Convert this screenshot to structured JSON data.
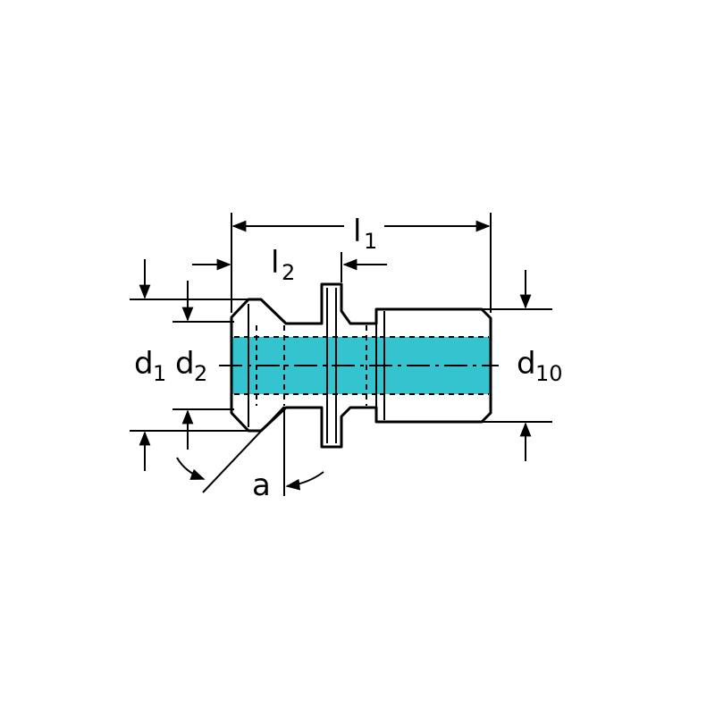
{
  "diagram": {
    "colors": {
      "bore": "#33c4cf",
      "lines": "#000000",
      "background": "#ffffff"
    },
    "labels": {
      "l1": {
        "main": "l",
        "sub": "1"
      },
      "l2": {
        "main": "l",
        "sub": "2"
      },
      "d1": {
        "main": "d",
        "sub": "1"
      },
      "d2": {
        "main": "d",
        "sub": "2"
      },
      "d10": {
        "main": "d",
        "sub": "10"
      },
      "a": {
        "main": "a"
      }
    }
  }
}
